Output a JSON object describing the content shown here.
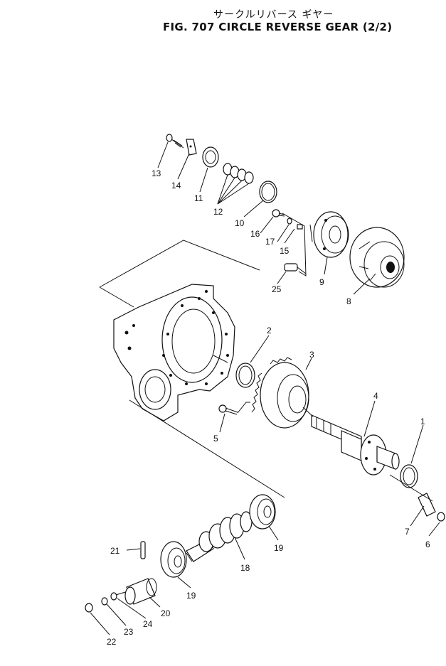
{
  "figure": {
    "title_jp": "サークルリバース ギヤー",
    "title_en": "FIG. 707 CIRCLE REVERSE GEAR (2/2)"
  },
  "callouts": [
    "1",
    "2",
    "3",
    "4",
    "5",
    "6",
    "7",
    "8",
    "9",
    "10",
    "11",
    "12",
    "13",
    "14",
    "15",
    "16",
    "17",
    "18",
    "19",
    "19",
    "20",
    "21",
    "22",
    "23",
    "24",
    "25"
  ]
}
